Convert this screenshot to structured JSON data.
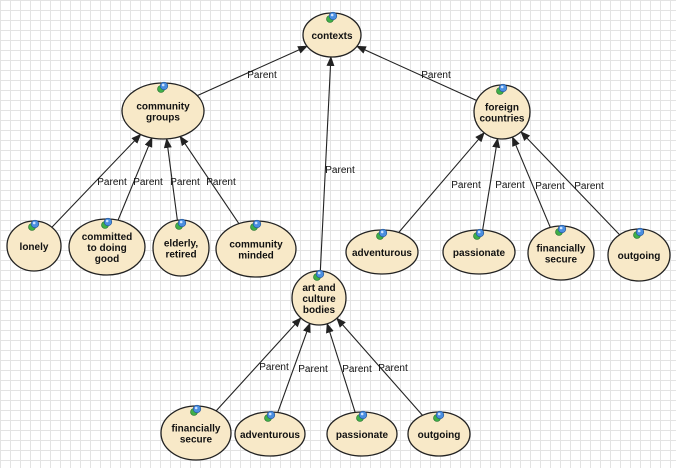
{
  "diagram": {
    "edge_label": "Parent",
    "nodes": [
      {
        "id": "contexts",
        "lines": [
          "contexts"
        ]
      },
      {
        "id": "community_groups",
        "lines": [
          "community",
          "groups"
        ]
      },
      {
        "id": "foreign_countries",
        "lines": [
          "foreign",
          "countries"
        ]
      },
      {
        "id": "art_culture",
        "lines": [
          "art and",
          "culture",
          "bodies"
        ]
      },
      {
        "id": "lonely",
        "lines": [
          "lonely"
        ]
      },
      {
        "id": "committed",
        "lines": [
          "committed",
          "to doing",
          "good"
        ]
      },
      {
        "id": "elderly",
        "lines": [
          "elderly,",
          "retired"
        ]
      },
      {
        "id": "community_minded",
        "lines": [
          "community",
          "minded"
        ]
      },
      {
        "id": "fc_adventurous",
        "lines": [
          "adventurous"
        ]
      },
      {
        "id": "fc_passionate",
        "lines": [
          "passionate"
        ]
      },
      {
        "id": "fc_financially",
        "lines": [
          "financially",
          "secure"
        ]
      },
      {
        "id": "fc_outgoing",
        "lines": [
          "outgoing"
        ]
      },
      {
        "id": "ac_financially",
        "lines": [
          "financially",
          "secure"
        ]
      },
      {
        "id": "ac_adventurous",
        "lines": [
          "adventurous"
        ]
      },
      {
        "id": "ac_passionate",
        "lines": [
          "passionate"
        ]
      },
      {
        "id": "ac_outgoing",
        "lines": [
          "outgoing"
        ]
      }
    ],
    "edges": [
      {
        "from": "community_groups",
        "to": "contexts"
      },
      {
        "from": "foreign_countries",
        "to": "contexts"
      },
      {
        "from": "art_culture",
        "to": "contexts"
      },
      {
        "from": "lonely",
        "to": "community_groups"
      },
      {
        "from": "committed",
        "to": "community_groups"
      },
      {
        "from": "elderly",
        "to": "community_groups"
      },
      {
        "from": "community_minded",
        "to": "community_groups"
      },
      {
        "from": "fc_adventurous",
        "to": "foreign_countries"
      },
      {
        "from": "fc_passionate",
        "to": "foreign_countries"
      },
      {
        "from": "fc_financially",
        "to": "foreign_countries"
      },
      {
        "from": "fc_outgoing",
        "to": "foreign_countries"
      },
      {
        "from": "ac_financially",
        "to": "art_culture"
      },
      {
        "from": "ac_adventurous",
        "to": "art_culture"
      },
      {
        "from": "ac_passionate",
        "to": "art_culture"
      },
      {
        "from": "ac_outgoing",
        "to": "art_culture"
      }
    ]
  }
}
